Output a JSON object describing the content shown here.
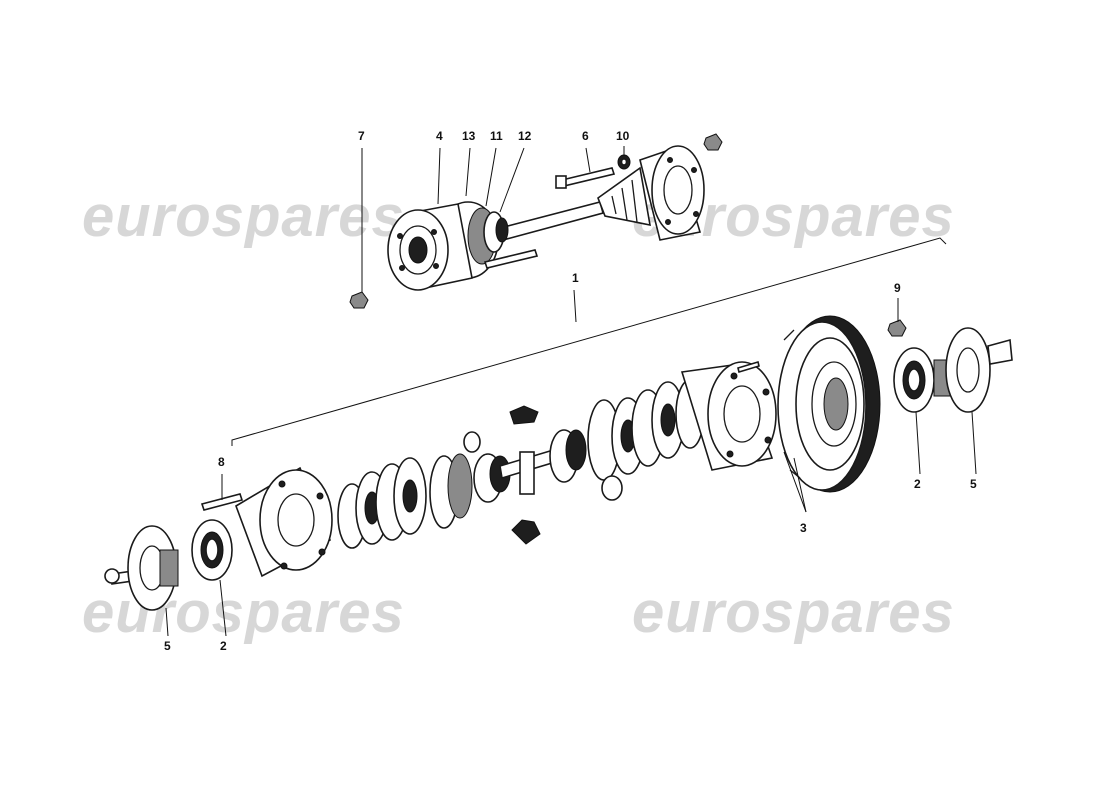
{
  "watermarks": [
    {
      "text": "eurospares"
    },
    {
      "text": "eurospares"
    },
    {
      "text": "eurospares"
    },
    {
      "text": "eurospares"
    }
  ],
  "callouts": [
    "1",
    "2",
    "2",
    "3",
    "4",
    "5",
    "5",
    "6",
    "7",
    "8",
    "9",
    "10",
    "11",
    "12",
    "13"
  ],
  "icons": [
    "drive-shaft-assembly",
    "differential-assembly"
  ]
}
